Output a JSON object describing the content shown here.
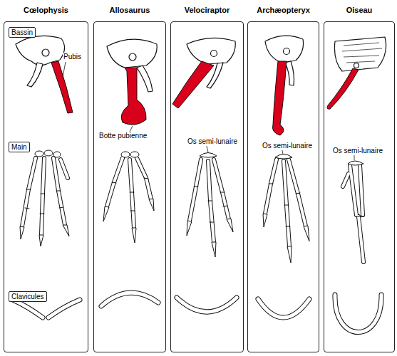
{
  "diagram": {
    "nodes": [
      {
        "text": [
          "Cœlophysis"
        ]
      },
      {
        "text": [
          "Bassin"
        ],
        "in": 0
      },
      {
        "text": [
          "Main"
        ],
        "in": 0
      },
      {
        "text": [
          "Clavicules"
        ],
        "in": 0
      },
      {
        "text": [
          "Allosaurus"
        ]
      },
      {
        "text": [
          "Velociraptor"
        ]
      },
      {
        "text": [
          "Archæopteryx"
        ]
      },
      {
        "text": [
          "Oiseau"
        ]
      }
    ],
    "labels": [
      "Pubis",
      "Botte pubienne",
      "Os semi-lunaire",
      "Os semi-lunaire",
      "Os semi-lunaire"
    ]
  }
}
